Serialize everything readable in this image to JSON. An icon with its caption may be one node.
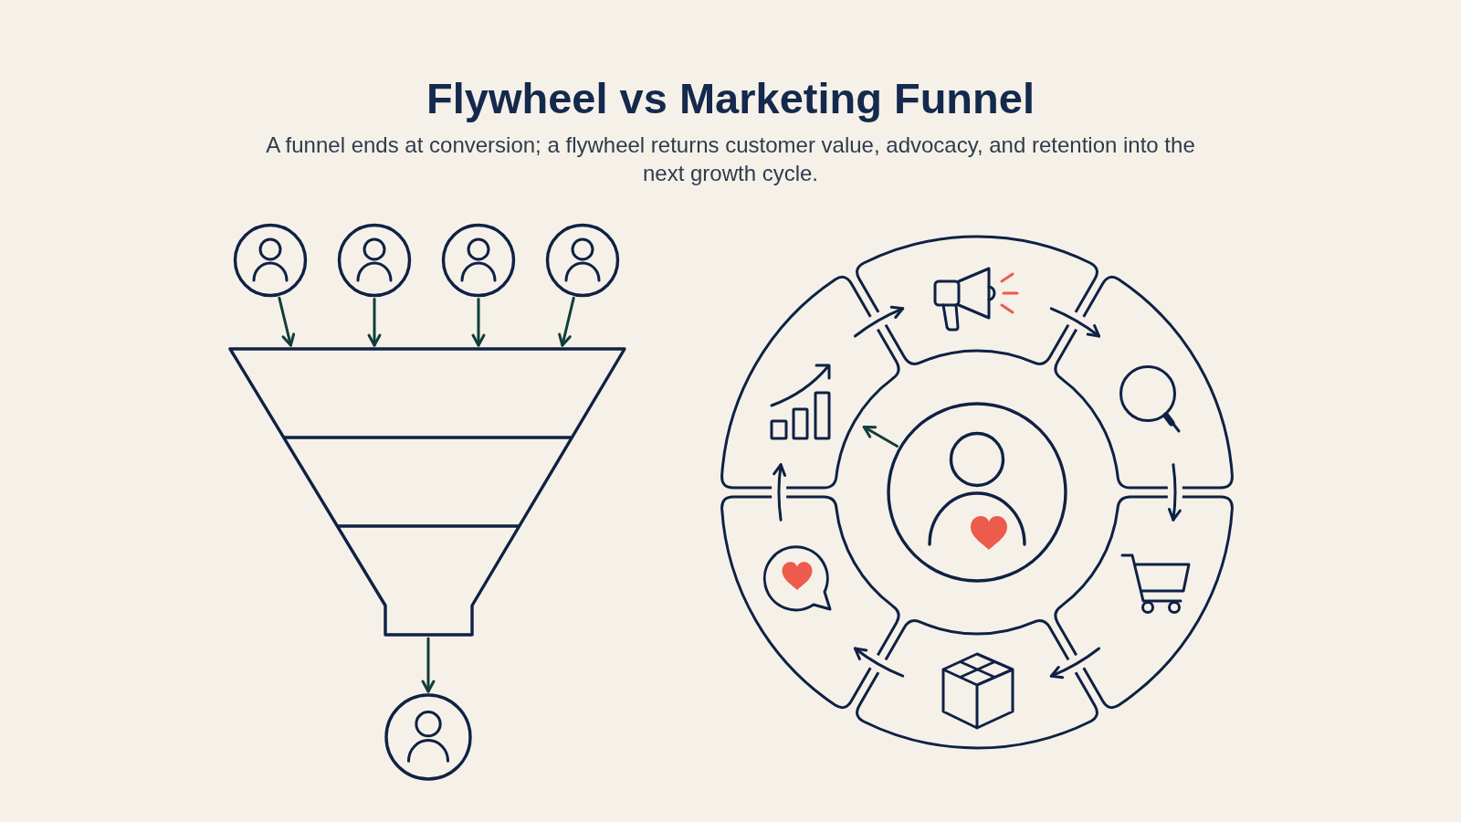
{
  "diagram": {
    "title": "Flywheel vs Marketing Funnel",
    "caption": "A funnel ends at conversion; a flywheel returns customer value, advocacy, and retention into the next growth cycle.",
    "nodes": [
      {
        "text": [],
        "shape": "person"
      },
      {
        "text": [],
        "shape": "person"
      },
      {
        "text": [],
        "shape": "person"
      },
      {
        "text": [],
        "shape": "person"
      },
      {
        "text": [],
        "shape": "funnel"
      },
      {
        "text": [],
        "shape": "person"
      },
      {
        "text": [],
        "shape": "segment"
      },
      {
        "text": [],
        "shape": "segment"
      },
      {
        "text": [],
        "shape": "segment"
      },
      {
        "text": [],
        "shape": "segment"
      },
      {
        "text": [],
        "shape": "segment"
      },
      {
        "text": [],
        "shape": "segment"
      },
      {
        "text": [],
        "shape": "person"
      }
    ],
    "edges": [
      {
        "from": 0,
        "to": 4,
        "arrow": "to",
        "color": "#123d38"
      },
      {
        "from": 1,
        "to": 4,
        "arrow": "to",
        "color": "#123d38"
      },
      {
        "from": 2,
        "to": 4,
        "arrow": "to",
        "color": "#123d38"
      },
      {
        "from": 3,
        "to": 4,
        "arrow": "to",
        "color": "#123d38"
      },
      {
        "from": 4,
        "to": 5,
        "arrow": "to",
        "color": "#123d38"
      },
      {
        "from": 6,
        "to": 7,
        "arrow": "to"
      },
      {
        "from": 7,
        "to": 8,
        "arrow": "to"
      },
      {
        "from": 8,
        "to": 9,
        "arrow": "to"
      },
      {
        "from": 9,
        "to": 10,
        "arrow": "to"
      },
      {
        "from": 10,
        "to": 11,
        "arrow": "to"
      },
      {
        "from": 11,
        "to": 6,
        "arrow": "to"
      },
      {
        "from": 12,
        "to": 11,
        "arrow": "to",
        "color": "#123d38"
      }
    ]
  }
}
